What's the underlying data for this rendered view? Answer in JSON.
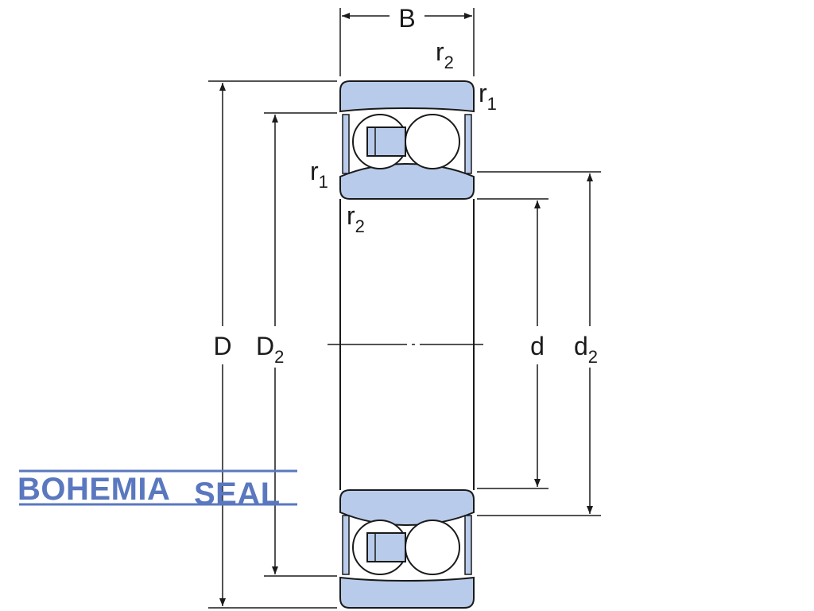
{
  "diagram": {
    "labels": {
      "B": "B",
      "D": "D",
      "D2_main": "D",
      "D2_sub": "2",
      "d": "d",
      "d2_main": "d",
      "d2_sub": "2",
      "r_main": "r",
      "r1_sub": "1",
      "r2_sub": "2"
    }
  },
  "logo": {
    "text_left": "BOHEMIA",
    "text_right": "SEAL"
  },
  "colors": {
    "ring_fill": "#b8cbea",
    "stroke": "#1a1a1a",
    "logo": "#5a78bf",
    "background": "#ffffff"
  }
}
